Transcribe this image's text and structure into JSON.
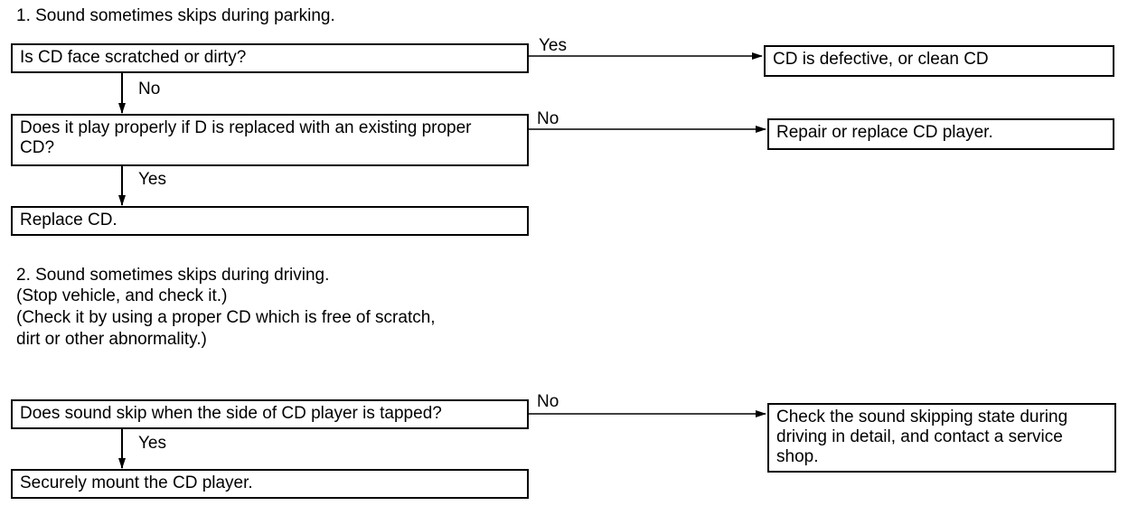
{
  "section1": {
    "title": "1.   Sound sometimes skips during parking.",
    "q1": "Is CD face scratched or dirty?",
    "q1_yes_label": "Yes",
    "q1_yes_result": "CD is defective, or clean CD",
    "q1_no_label": "No",
    "q2_line1": "Does it play properly if D is replaced with an existing proper",
    "q2_line2": "CD?",
    "q2_no_label": "No",
    "q2_no_result": "Repair or replace CD player.",
    "q2_yes_label": "Yes",
    "q2_yes_result": "Replace CD."
  },
  "section2": {
    "title": "2.   Sound sometimes skips during driving.",
    "note1": "(Stop vehicle, and check it.)",
    "note2_line1": "(Check it by using a proper CD which is free of scratch,",
    "note2_line2": "dirt or other abnormality.)",
    "q1": "Does sound skip when the side of CD player is tapped?",
    "q1_no_label": "No",
    "q1_no_result_line1": "Check the sound skipping state during",
    "q1_no_result_line2": "driving in detail, and contact a service",
    "q1_no_result_line3": "shop.",
    "q1_yes_label": "Yes",
    "q1_yes_result": "Securely mount the CD player."
  }
}
